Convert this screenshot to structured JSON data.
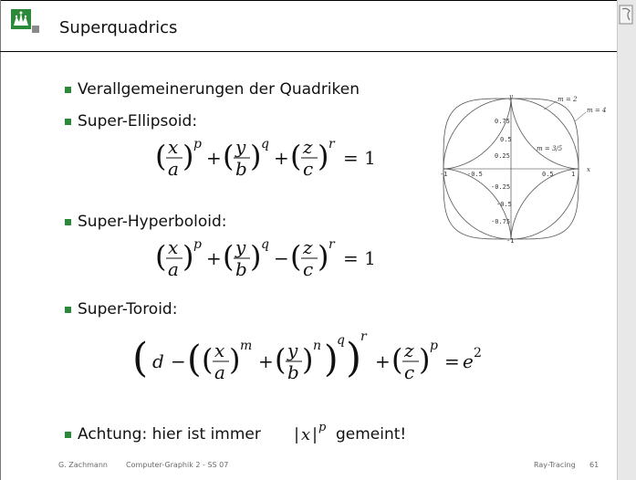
{
  "header": {
    "title": "Superquadrics"
  },
  "bullets": {
    "b1": "Verallgemeinerungen der Quadriken",
    "b2": "Super-Ellipsoid:",
    "b3": "Super-Hyperboloid:",
    "b4": "Super-Toroid:",
    "b5_prefix": "Achtung: hier ist immer",
    "b5_suffix": "gemeint!"
  },
  "formulas": {
    "ellipsoid": "(x/a)^p + (y/b)^q + (z/c)^r = 1",
    "hyperboloid": "(x/a)^p + (y/b)^q − (z/c)^r = 1",
    "toroid": "(d − ((x/a)^m + (y/b)^n)^q)^r + (z/c)^p = e^2",
    "abs": "|x|^p"
  },
  "chart_data": {
    "type": "line",
    "title": "",
    "xlabel": "x",
    "ylabel": "y",
    "xlim": [
      -1,
      1
    ],
    "ylim": [
      -1,
      1
    ],
    "x_ticks": [
      "-1",
      "-0.5",
      "0.5",
      "1"
    ],
    "y_ticks": [
      "0.75",
      "0.5",
      "0.25",
      "-0.25",
      "-0.5",
      "-0.75",
      "-1"
    ],
    "series": [
      {
        "name": "m = 2",
        "exponent": 2
      },
      {
        "name": "m = 4",
        "exponent": 4
      },
      {
        "name": "m = 3/5",
        "exponent": 0.6
      }
    ]
  },
  "footer": {
    "author": "G. Zachmann",
    "course": "Computer-Graphik 2 - SS 07",
    "section": "Ray-Tracing",
    "page": "61"
  },
  "colors": {
    "bullet": "#2a8a3a",
    "logo": "#2a8a3a"
  }
}
